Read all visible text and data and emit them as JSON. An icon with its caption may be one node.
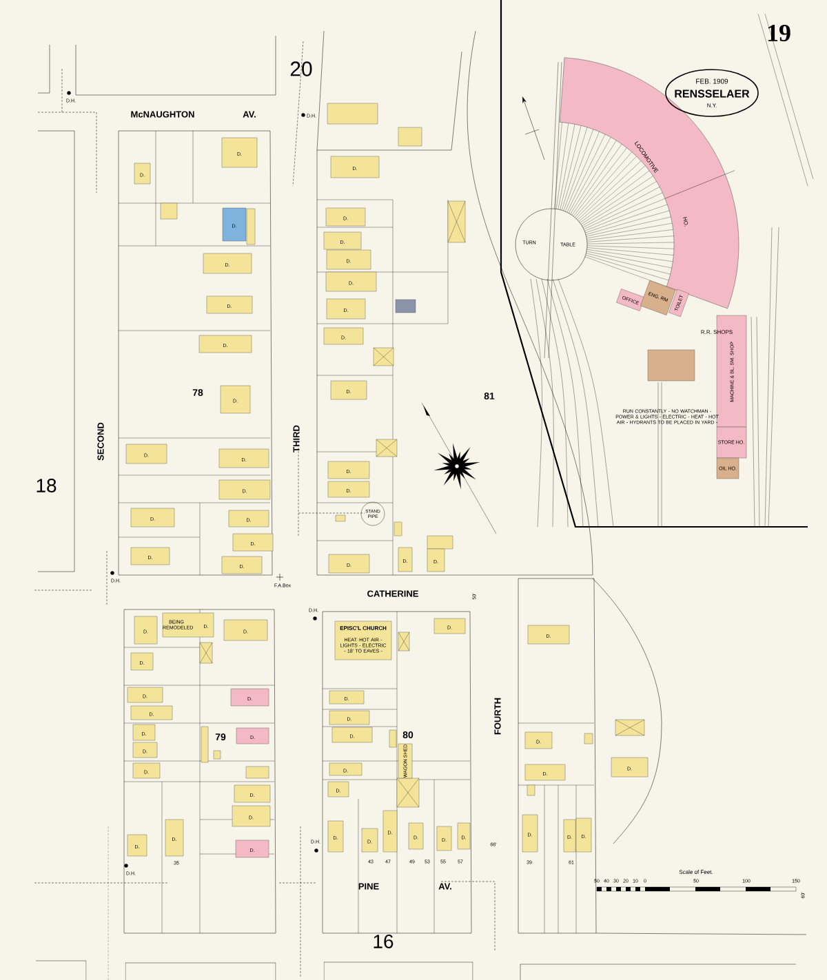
{
  "diagram": {
    "labels": [
      "19",
      "FEB. 1909",
      "RENSSELAER",
      "N.Y.",
      "20",
      "McNAUGHTON",
      "AV.",
      "SECOND",
      "THIRD",
      "CATHERINE",
      "FOURTH",
      "PINE",
      "AV.",
      "18",
      "16",
      "78",
      "81",
      "79",
      "80",
      "LOCOMOTIVE",
      "HO.",
      "TURN",
      "TABLE",
      "R.R. SHOPS",
      "OFFICE",
      "ENG. RM",
      "TOILET",
      "MACHINE & BL. SM. SHOP",
      "STORE HO.",
      "OIL HO.",
      "RUN CONSTANTLY - NO WATCHMAN - POWER & LIGHTS - ELECTRIC - HEAT - HOT AIR - HYDRANTS TO BE PLACED IN YARD -",
      "EPISC'L CHURCH",
      "HEAT: HOT AIR - LIGHTS - ELECTRIC - 18' TO EAVES -",
      "Scale of Feet.",
      "50",
      "40",
      "30",
      "20",
      "10",
      "0",
      "50",
      "100",
      "150",
      "D.H.",
      "D.H.",
      "D.H.",
      "D.H.",
      "D.H.",
      "D.H.",
      "F.A.Box",
      "STAND PIPE",
      "WAGON SHED",
      "BEING REMODELED",
      "35",
      "43",
      "47",
      "49",
      "53",
      "55",
      "57",
      "39",
      "61",
      "66'",
      "50'",
      "60'",
      "D.",
      "D.",
      "D.",
      "D.",
      "D.",
      "D.",
      "D.",
      "D.",
      "D.",
      "D.",
      "D.",
      "D.",
      "D.",
      "D.",
      "D.",
      "D.",
      "D.",
      "D.",
      "D.",
      "D.",
      "D.",
      "D.",
      "D.",
      "D.",
      "D.",
      "D.",
      "D.",
      "D.",
      "D.",
      "D.",
      "D.",
      "D.",
      "D.",
      "D.",
      "D.",
      "D.",
      "D.",
      "D.",
      "D.",
      "D.",
      "D.",
      "D.",
      "D.",
      "D.",
      "D.",
      "D.",
      "D.",
      "D.",
      "D.",
      "D.",
      "D.",
      "D.",
      "D.",
      "D.",
      "D.",
      "D.",
      "D.",
      "D.",
      "D.",
      "D.",
      "D.",
      "D.",
      "D."
    ]
  }
}
